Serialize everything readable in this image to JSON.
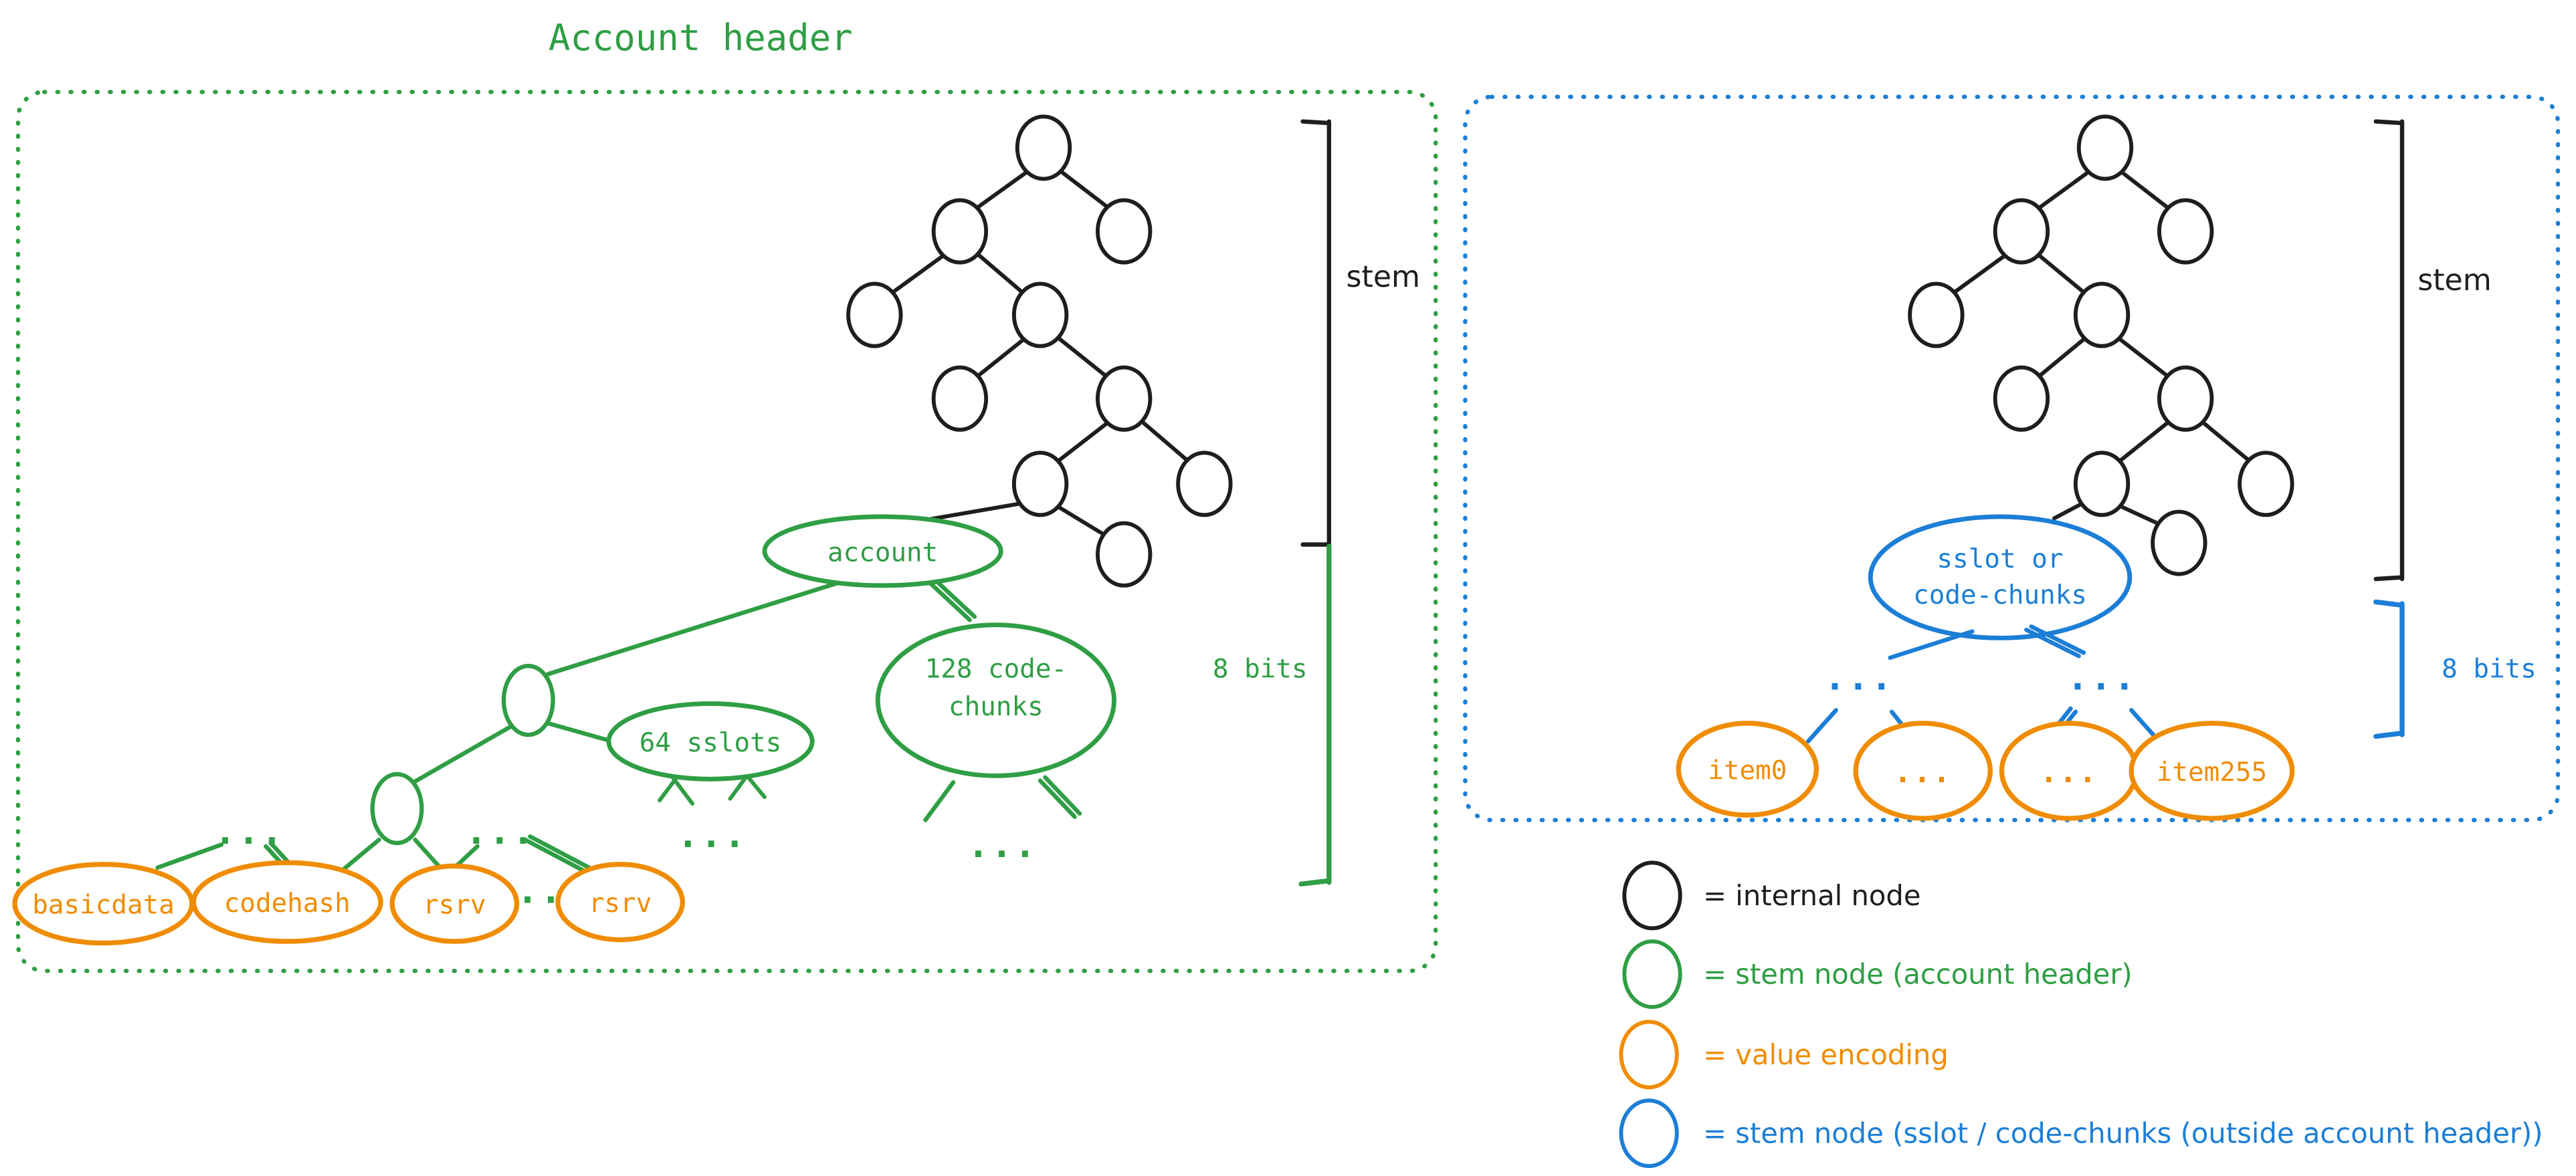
{
  "colors": {
    "black": "#1e1e1e",
    "green": "#2f9e44",
    "orange": "#f08c00",
    "blue": "#1c7ed6",
    "bg": "#ffffff"
  },
  "ellipsis": "...",
  "left_panel": {
    "title": "Account header",
    "stem_label": "stem",
    "bits_label": "8 bits",
    "stem_node": "account",
    "code_chunks_line1": "128 code-",
    "code_chunks_line2": "chunks",
    "sslots_node": "64 sslots",
    "value_nodes": [
      "basicdata",
      "codehash",
      "rsrv",
      "rsrv"
    ]
  },
  "right_panel": {
    "stem_label": "stem",
    "bits_label": "8 bits",
    "stem_node_line1": "sslot or",
    "stem_node_line2": "code-chunks",
    "item_nodes": [
      "item0",
      "...",
      "...",
      "item255"
    ]
  },
  "legend": {
    "items": [
      {
        "label": "= internal node",
        "color": "black"
      },
      {
        "label": "= stem node (account header)",
        "color": "green"
      },
      {
        "label": "= value encoding",
        "color": "orange"
      },
      {
        "label": "= stem node (sslot / code-chunks (outside account header))",
        "color": "blue"
      }
    ]
  }
}
